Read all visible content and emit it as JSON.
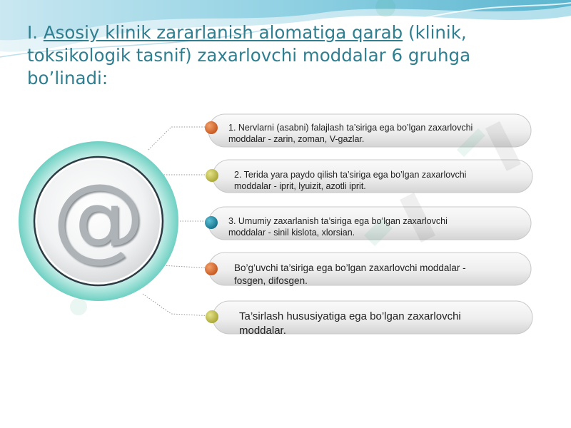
{
  "slide": {
    "title_prefix": "I.",
    "title_underlined": "Asosiy klinik zararlanish alomatiga qarab",
    "title_line1_rest": "(klinik,",
    "title_line2": "toksikologik tasnif) zaxarlovchi moddalar 6 gruhga",
    "title_line3": "bo’linadi:"
  },
  "icon": {
    "name": "at-sign-icon",
    "glyph": "@"
  },
  "colors": {
    "title": "#2f7f90",
    "bullet_orange": "#d2692c",
    "bullet_olive": "#c6c24f",
    "bullet_teal": "#1a87a0",
    "icon_ring": "#7fd6cb"
  },
  "items": [
    {
      "line1": "1. Nervlarni (asabni) falajlash ta’siriga ega bo’lgan zaxarlovchi",
      "line2": "moddalar - zarin, zoman, V-gazlar."
    },
    {
      "line1": "2. Terida yara paydo qilish ta’siriga ega bo’lgan zaxarlovchi",
      "line2": "moddalar - iprit, lyuizit, azotli iprit."
    },
    {
      "line1": "3. Umumiy zaxarlanish ta’siriga ega bo’lgan zaxarlovchi",
      "line2": "moddalar - sinil kislota, xlorsian."
    },
    {
      "line1": "Bo’g’uvchi ta’siriga ega bo’lgan zaxarlovchi moddalar -",
      "line2": "fosgen, difosgen."
    },
    {
      "line1": "Ta’sirlash hususiyatiga ega bo’lgan zaxarlovchi",
      "line2": "moddalar."
    }
  ]
}
